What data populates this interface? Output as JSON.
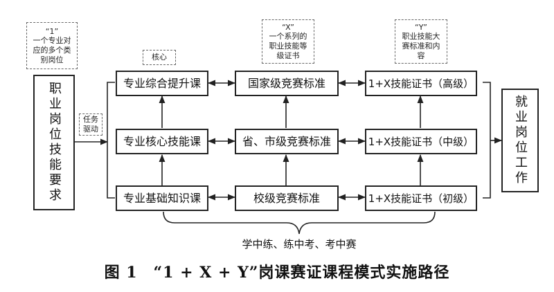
{
  "left_box": {
    "text": "职业岗位技能要求"
  },
  "right_box": {
    "text": "就业岗位工作"
  },
  "driver_note": {
    "text": "任务\n驱动"
  },
  "notes": {
    "one": "“1”\n一个专业对\n应的多个类\n别岗位",
    "core": "核心",
    "x": "“X”\n一个系列的\n职业技能等\n级证书",
    "y": "“Y”\n职业技能大\n赛标准和内\n容"
  },
  "courses": {
    "top": "专业综合提升课",
    "middle": "专业核心技能课",
    "bottom": "专业基础知识课"
  },
  "competitions": {
    "top": "国家级竞赛标准",
    "middle": "省、市级竞赛标准",
    "bottom": "校级竞赛标准"
  },
  "certificates": {
    "top": "1+X技能证书（高级）",
    "middle": "1+X技能证书（中级）",
    "bottom": "1+X技能证书（初级）"
  },
  "brace_label": "学中练、练中考、考中赛",
  "caption": "图 1　“1 + X + Y”岗课赛证课程模式实施路径"
}
